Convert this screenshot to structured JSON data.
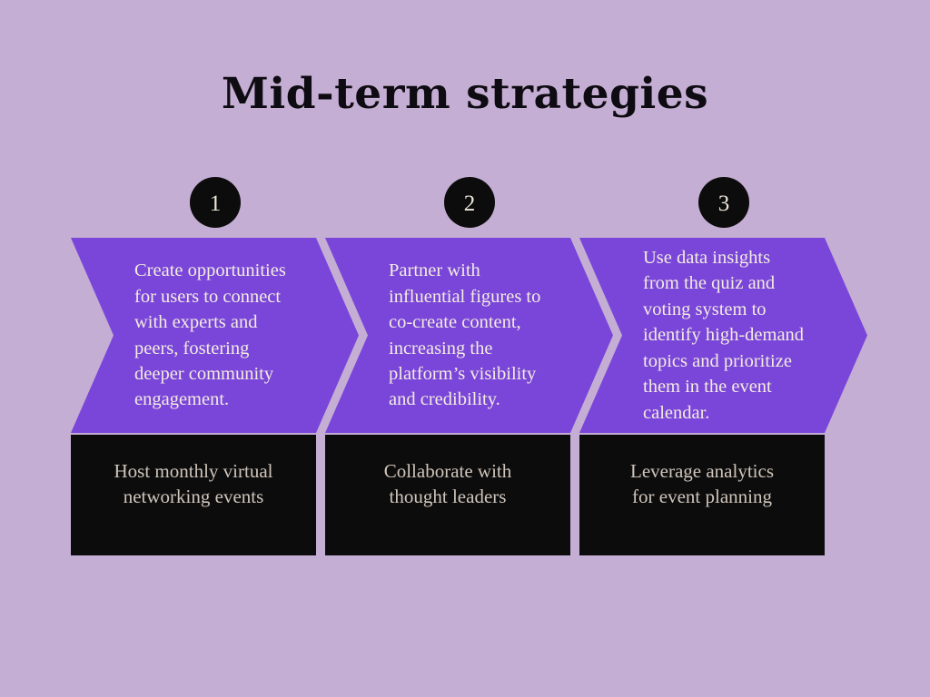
{
  "title": "Mid-term strategies",
  "colors": {
    "background": "#c5aed3",
    "arrow_fill": "#7a46da",
    "shape_black": "#0d0c0d",
    "arrow_text": "#f3ecdf",
    "box_text": "#cfc5ba",
    "title_color": "#0e0c12"
  },
  "steps": [
    {
      "number": "1",
      "description": "Create opportunities\nfor users to connect\nwith experts and\npeers, fostering\ndeeper community\nengagement.",
      "label": "Host monthly virtual\nnetworking events"
    },
    {
      "number": "2",
      "description": "Partner with\ninfluential figures to\nco-create content,\nincreasing the\nplatform’s visibility\nand credibility.",
      "label": "Collaborate with\nthought leaders"
    },
    {
      "number": "3",
      "description": "Use data insights\nfrom the quiz and\nvoting system to\nidentify high-demand\ntopics and prioritize\nthem in the event\ncalendar.",
      "label": "Leverage analytics\nfor event planning"
    }
  ]
}
